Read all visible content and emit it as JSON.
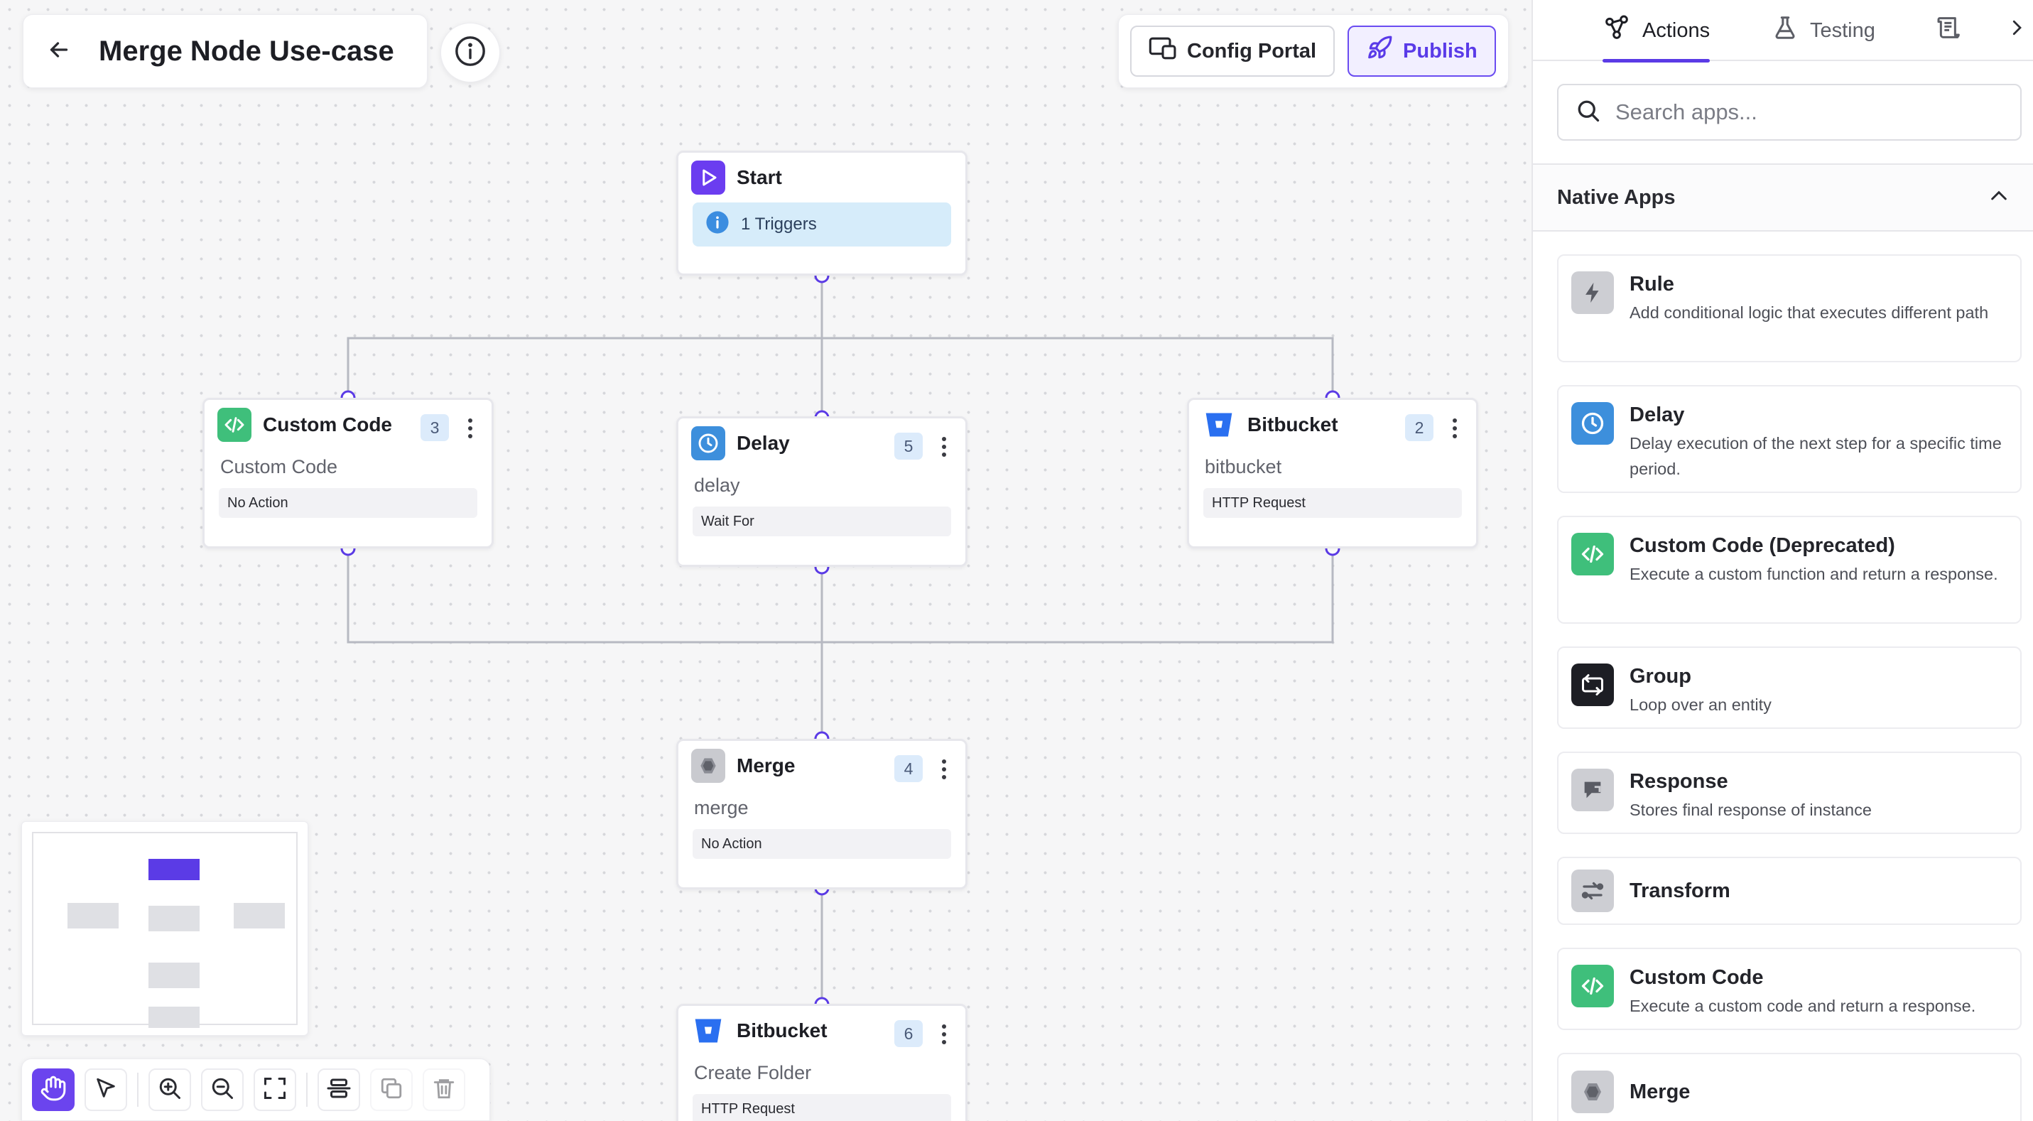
{
  "header": {
    "title": "Merge Node Use-case",
    "config_portal_label": "Config Portal",
    "publish_label": "Publish"
  },
  "flow": {
    "start": {
      "title": "Start",
      "triggers_label": "1 Triggers"
    },
    "nodes": [
      {
        "name": "Custom Code",
        "badge": "3",
        "subtitle": "Custom Code",
        "action": "No Action"
      },
      {
        "name": "Delay",
        "badge": "5",
        "subtitle": "delay",
        "action": "Wait For"
      },
      {
        "name": "Bitbucket",
        "badge": "2",
        "subtitle": "bitbucket",
        "action": "HTTP Request"
      },
      {
        "name": "Merge",
        "badge": "4",
        "subtitle": "merge",
        "action": "No Action"
      },
      {
        "name": "Bitbucket",
        "badge": "6",
        "subtitle": "Create Folder",
        "action": "HTTP Request"
      }
    ]
  },
  "toolbar": {
    "icons": [
      "hand-icon",
      "pointer-icon",
      "zoom-in-icon",
      "zoom-out-icon",
      "fit-view-icon",
      "align-icon",
      "copy-icon",
      "delete-icon"
    ]
  },
  "sidebar": {
    "tabs": [
      {
        "label": "Actions",
        "active": true
      },
      {
        "label": "Testing",
        "active": false
      }
    ],
    "search": {
      "placeholder": "Search apps...",
      "value": ""
    },
    "section_title": "Native Apps",
    "apps": [
      {
        "name": "Rule",
        "desc": "Add conditional logic that executes different path",
        "color": "#c9cacf"
      },
      {
        "name": "Delay",
        "desc": "Delay execution of the next step for a specific time period.",
        "color": "#3d8fdc"
      },
      {
        "name": "Custom Code (Deprecated)",
        "desc": "Execute a custom function and return a response.",
        "color": "#3fbf7b"
      },
      {
        "name": "Group",
        "desc": "Loop over an entity",
        "color": "#1d1e24"
      },
      {
        "name": "Response",
        "desc": "Stores final response of instance",
        "color": "#c9cacf"
      },
      {
        "name": "Transform",
        "desc": "",
        "color": "#c9cacf"
      },
      {
        "name": "Custom Code",
        "desc": "Execute a custom code and return a response.",
        "color": "#3fbf7b"
      },
      {
        "name": "Merge",
        "desc": "",
        "color": "#c9cacf"
      }
    ]
  },
  "colors": {
    "accent": "#5b3be6",
    "connector": "#b4b6bf",
    "handle": "#5b3be6",
    "badge_bg": "#dcebfb",
    "trigger_bg": "#d6ecfa",
    "bitbucket": "#2a6ff0"
  }
}
